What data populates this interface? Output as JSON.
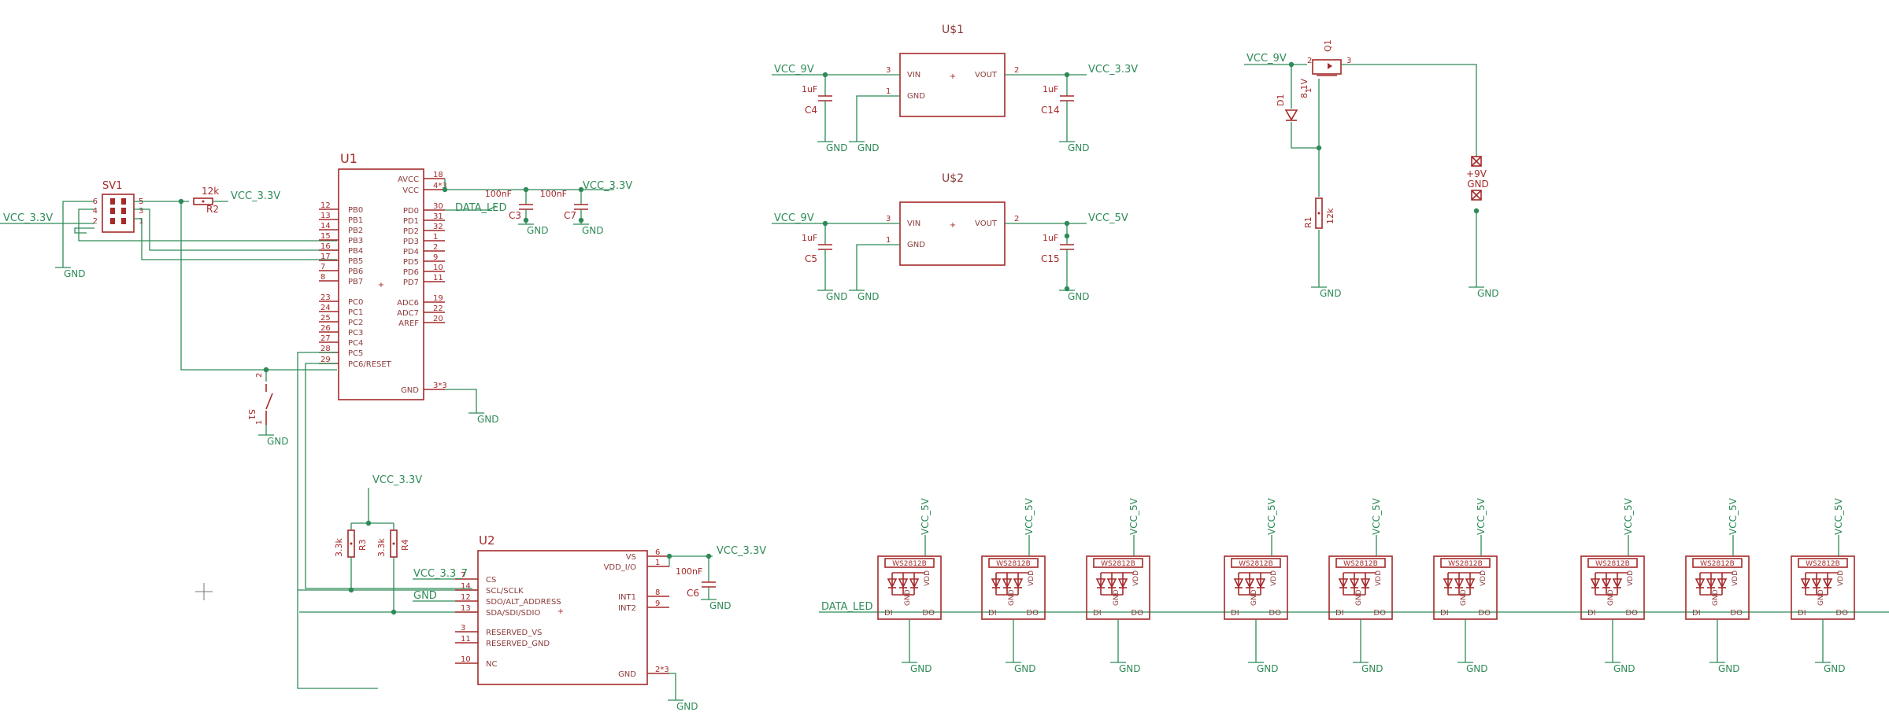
{
  "nets": {
    "vcc_3v3": "VCC_3.3V",
    "vcc_9v": "VCC_9V",
    "vcc_5v": "VCC_5V",
    "gnd": "GND",
    "data_led": "DATA_LED",
    "vcc_3v3_alt": "VCC_3.3_7"
  },
  "connector": {
    "name": "SV1",
    "pins_left": [
      "6",
      "4",
      "2"
    ],
    "pins_right": [
      "5",
      "3",
      "1"
    ]
  },
  "r2": {
    "name": "R2",
    "value": "12k"
  },
  "mcu": {
    "name": "U1",
    "pins_left": [
      {
        "num": "12",
        "label": "PB0"
      },
      {
        "num": "13",
        "label": "PB1"
      },
      {
        "num": "14",
        "label": "PB2"
      },
      {
        "num": "15",
        "label": "PB3"
      },
      {
        "num": "16",
        "label": "PB4"
      },
      {
        "num": "17",
        "label": "PB5"
      },
      {
        "num": "7",
        "label": "PB6"
      },
      {
        "num": "8",
        "label": "PB7"
      },
      {
        "num": "23",
        "label": "PC0"
      },
      {
        "num": "24",
        "label": "PC1"
      },
      {
        "num": "25",
        "label": "PC2"
      },
      {
        "num": "26",
        "label": "PC3"
      },
      {
        "num": "27",
        "label": "PC4"
      },
      {
        "num": "28",
        "label": "PC5"
      },
      {
        "num": "29",
        "label": "PC6/RESET"
      }
    ],
    "pins_right": [
      {
        "num": "18",
        "label": "AVCC"
      },
      {
        "num": "4*3",
        "label": "VCC"
      },
      {
        "num": "30",
        "label": "PD0"
      },
      {
        "num": "31",
        "label": "PD1"
      },
      {
        "num": "32",
        "label": "PD2"
      },
      {
        "num": "1",
        "label": "PD3"
      },
      {
        "num": "2",
        "label": "PD4"
      },
      {
        "num": "9",
        "label": "PD5"
      },
      {
        "num": "10",
        "label": "PD6"
      },
      {
        "num": "11",
        "label": "PD7"
      },
      {
        "num": "19",
        "label": "ADC6"
      },
      {
        "num": "22",
        "label": "ADC7"
      },
      {
        "num": "20",
        "label": "AREF"
      },
      {
        "num": "3*3",
        "label": "GND"
      }
    ]
  },
  "caps_mcu": [
    {
      "name": "C3",
      "value": "100nF"
    },
    {
      "name": "C7",
      "value": "100nF"
    }
  ],
  "switch": {
    "name": "S1",
    "pin_top": "2",
    "pin_bot": "1"
  },
  "regulators": [
    {
      "name": "U$1",
      "vin": "VIN",
      "vout": "VOUT",
      "gnd": "GND",
      "pin_in": "3",
      "pin_out": "2",
      "pin_gnd": "1",
      "cin": {
        "name": "C4",
        "value": "1uF"
      },
      "cout": {
        "name": "C14",
        "value": "1uF"
      }
    },
    {
      "name": "U$2",
      "vin": "VIN",
      "vout": "VOUT",
      "gnd": "GND",
      "pin_in": "3",
      "pin_out": "2",
      "pin_gnd": "1",
      "cin": {
        "name": "C5",
        "value": "1uF"
      },
      "cout": {
        "name": "C15",
        "value": "1uF"
      }
    }
  ],
  "protection": {
    "fet": "Q1",
    "fet_pins": [
      "2",
      "3",
      "1"
    ],
    "diode": {
      "name": "D1",
      "value": "8.1V"
    },
    "resistor": {
      "name": "R1",
      "value": "12k"
    },
    "connector_labels": [
      "+9V",
      "GND"
    ]
  },
  "pullups": [
    {
      "name": "R3",
      "value": "3.3k"
    },
    {
      "name": "R4",
      "value": "3.3k"
    }
  ],
  "accel": {
    "name": "U2",
    "pins_left": [
      {
        "num": "7",
        "label": "CS"
      },
      {
        "num": "14",
        "label": "SCL/SCLK"
      },
      {
        "num": "12",
        "label": "SDO/ALT_ADDRESS"
      },
      {
        "num": "13",
        "label": "SDA/SDI/SDIO"
      },
      {
        "num": "3",
        "label": "RESERVED_VS"
      },
      {
        "num": "11",
        "label": "RESERVED_GND"
      },
      {
        "num": "10",
        "label": "NC"
      }
    ],
    "pins_right": [
      {
        "num": "6",
        "label": "VS"
      },
      {
        "num": "1",
        "label": "VDD_I/O"
      },
      {
        "num": "8",
        "label": "INT1"
      },
      {
        "num": "9",
        "label": "INT2"
      },
      {
        "num": "2*3",
        "label": "GND"
      }
    ],
    "cap": {
      "name": "C6",
      "value": "100nF"
    }
  },
  "leds": {
    "part": "WS2812B",
    "pins": [
      "DI",
      "DO",
      "GND",
      "VDD"
    ]
  }
}
